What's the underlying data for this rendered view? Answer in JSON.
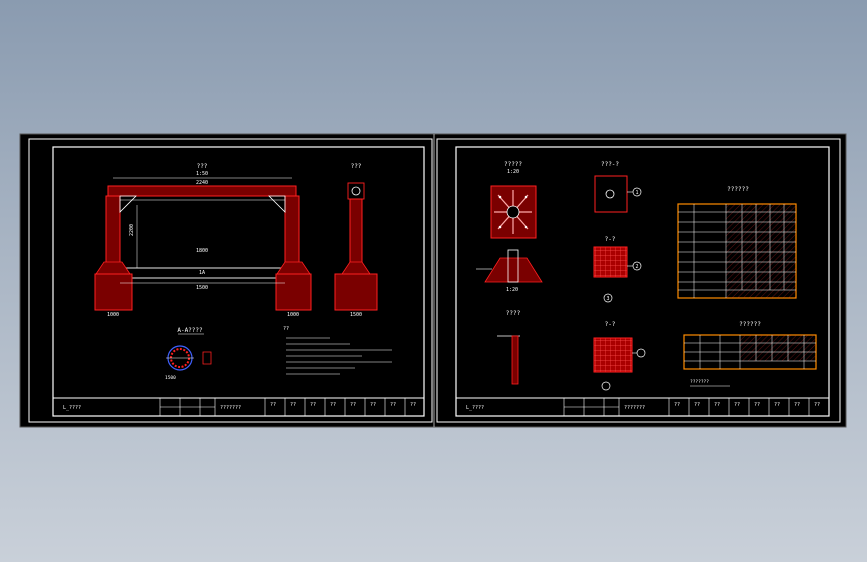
{
  "colors": {
    "background": "#000000",
    "line": "#ffffff",
    "structure": "#cc0000",
    "table_border": "#ff8c00",
    "rebar": "#ff2020",
    "table_fill": "#cc0000"
  },
  "sheet_left": {
    "elevation_title": "???",
    "elevation_scale": "1:50",
    "top_dim": "2240",
    "height_dim": "2200",
    "inner_width": "1500",
    "bottom_dim": "1800",
    "beam_mark": "1A",
    "side_title": "???",
    "footing_left_dim": "1000",
    "footing_right_dim": "1000",
    "side_footing_dim": "1500",
    "section_title": "A-A????",
    "notes_header": "??",
    "title_block": {
      "project_cell": "L_????",
      "drawing_name": "???????",
      "design": "??",
      "check": "??",
      "review": "??",
      "approve": "??",
      "scale": "??",
      "date": "??",
      "sheet": "??",
      "sheet_no": "??"
    }
  },
  "sheet_right": {
    "plan_title": "?????",
    "plan_scale": "1:20",
    "plate_title": "???-?",
    "section1_title": "?-?",
    "section2_title": "?-?",
    "detail_title": "????",
    "table1_title": "??????",
    "table2_title": "??????",
    "callout_1": "1",
    "callout_2": "2",
    "callout_3": "3",
    "table_note": "???????",
    "title_block": {
      "project_cell": "L_????",
      "drawing_name": "???????",
      "design": "??",
      "check": "??",
      "review": "??",
      "approve": "??",
      "scale": "??",
      "date": "??",
      "sheet": "??",
      "sheet_no": "??"
    }
  }
}
